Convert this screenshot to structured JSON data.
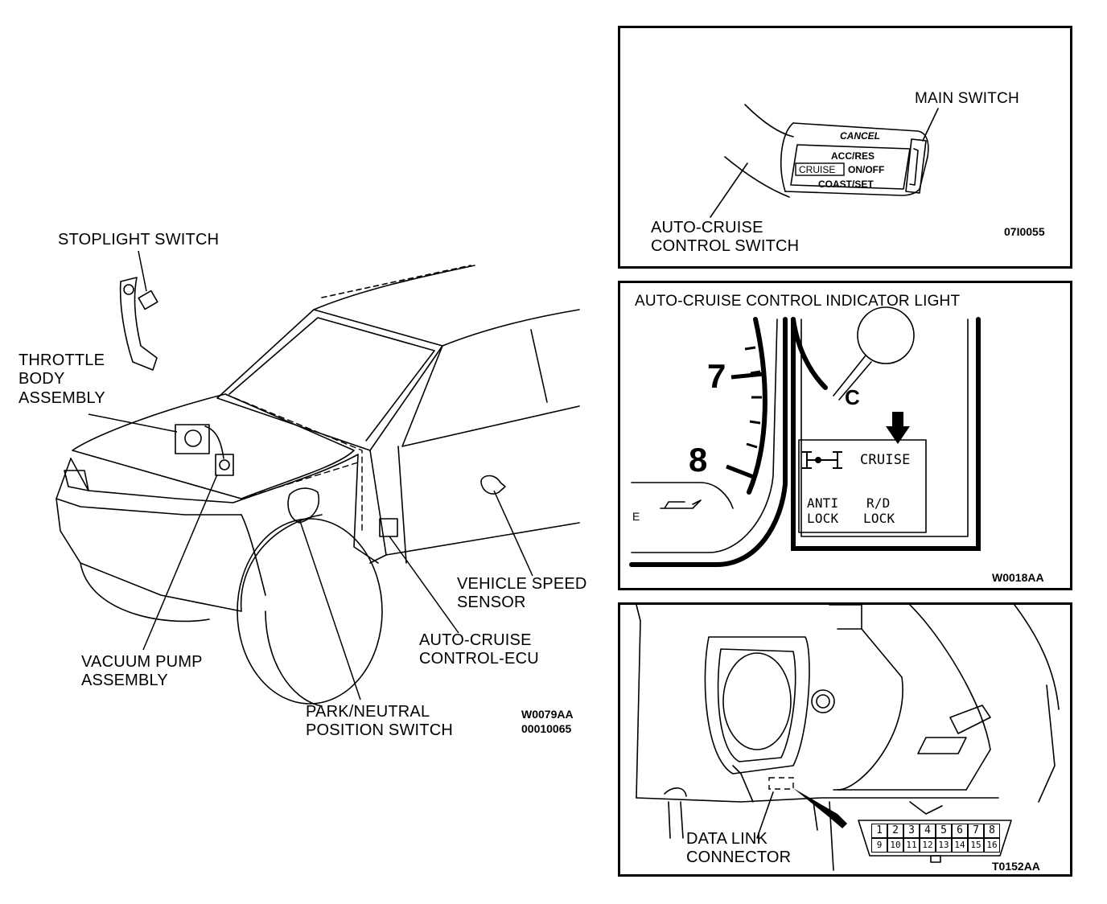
{
  "vehicle_view": {
    "labels": {
      "stoplight_switch": "STOPLIGHT SWITCH",
      "throttle_line1": "THROTTLE",
      "throttle_line2": "BODY",
      "throttle_line3": "ASSEMBLY",
      "vacuum_line1": "VACUUM PUMP",
      "vacuum_line2": "ASSEMBLY",
      "park_line1": "PARK/NEUTRAL",
      "park_line2": "POSITION SWITCH",
      "ecu_line1": "AUTO-CRUISE",
      "ecu_line2": "CONTROL-ECU",
      "speed_line1": "VEHICLE SPEED",
      "speed_line2": "SENSOR"
    },
    "codes": {
      "code1": "W0079AA",
      "code2": "00010065"
    }
  },
  "switch_panel": {
    "main_switch": "MAIN SWITCH",
    "control_switch_line1": "AUTO-CRUISE",
    "control_switch_line2": "CONTROL SWITCH",
    "code": "07I0055",
    "stalk": {
      "cancel": "CANCEL",
      "acc_res": "ACC/RES",
      "cruise": "CRUISE",
      "on_off": "ON/OFF",
      "coast_set": "COAST/SET"
    }
  },
  "indicator_panel": {
    "title": "AUTO-CRUISE CONTROL INDICATOR LIGHT",
    "gauge_7": "7",
    "gauge_8": "8",
    "gauge_c": "C",
    "gauge_e": "E",
    "cruise": "CRUISE",
    "anti_line1": "ANTI",
    "anti_line2": "LOCK",
    "rd_line1": "R/D",
    "rd_line2": "LOCK",
    "code": "W0018AA"
  },
  "connector_panel": {
    "label_line1": "DATA LINK",
    "label_line2": "CONNECTOR",
    "code": "T0152AA",
    "pins_top": [
      "1",
      "2",
      "3",
      "4",
      "5",
      "6",
      "7",
      "8"
    ],
    "pins_bottom": [
      "9",
      "10",
      "11",
      "12",
      "13",
      "14",
      "15",
      "16"
    ]
  }
}
